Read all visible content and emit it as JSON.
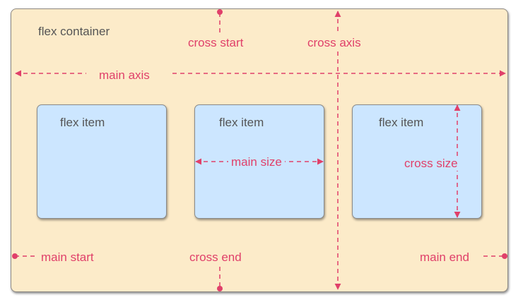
{
  "container": {
    "label": "flex container"
  },
  "items": [
    {
      "label": "flex item"
    },
    {
      "label": "flex item"
    },
    {
      "label": "flex item"
    }
  ],
  "annotations": {
    "cross_start": "cross start",
    "cross_axis": "cross axis",
    "main_axis": "main axis",
    "main_size": "main size",
    "cross_size": "cross size",
    "main_start": "main start",
    "cross_end": "cross end",
    "main_end": "main end"
  },
  "colors": {
    "container_fill": "#fcebc9",
    "item_fill": "#cce6ff",
    "annotation": "#e0406a",
    "label_text": "#555555"
  }
}
